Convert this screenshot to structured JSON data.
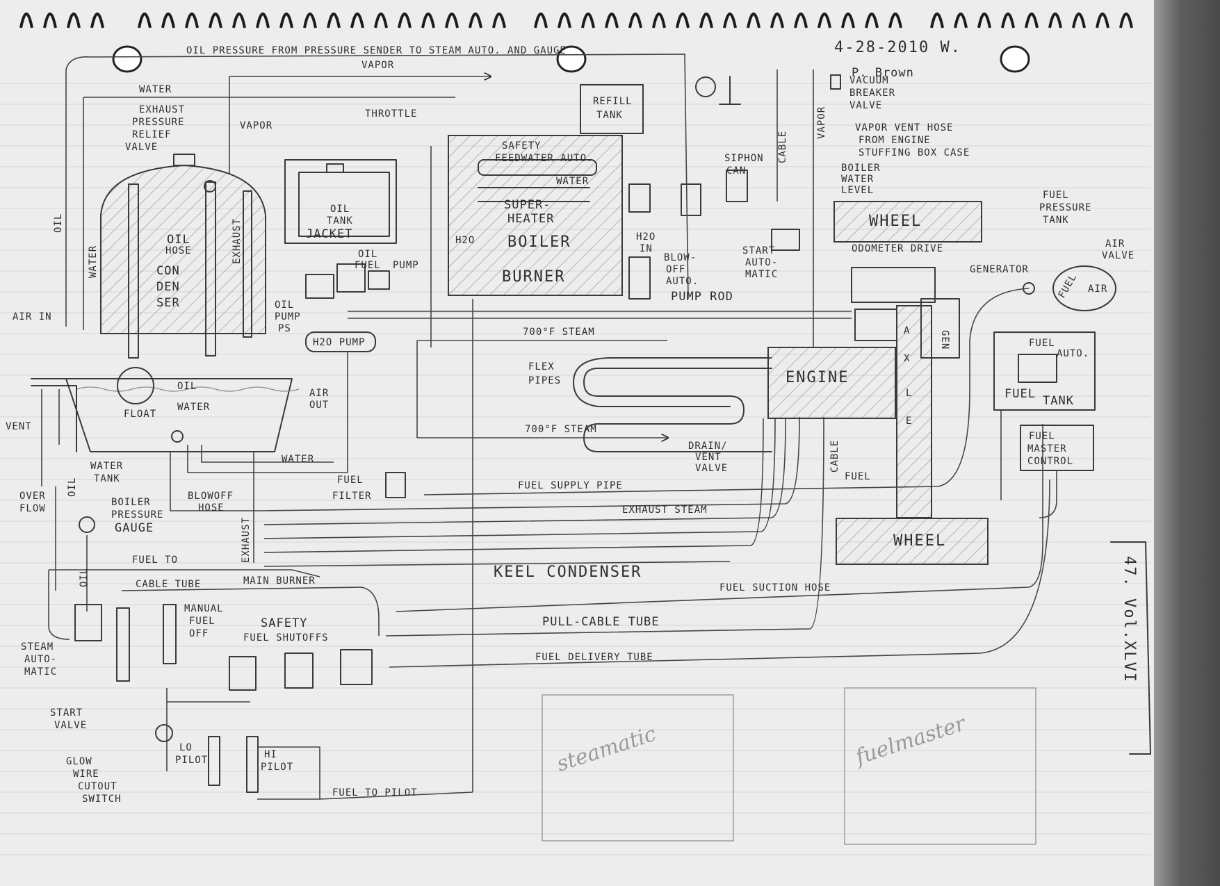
{
  "header": {
    "date": "4-28-2010 W.",
    "author": "P. Brown",
    "page_tag": "47. Vol.XLVI"
  },
  "labels": {
    "oil_pressure_line": "OIL PRESSURE FROM PRESSURE SENDER TO STEAM AUTO. AND GAUGE",
    "vapor_top": "VAPOR",
    "water_top": "WATER",
    "exhaust_relief": [
      "EXHAUST",
      "PRESSURE",
      "RELIEF",
      "VALVE"
    ],
    "vapor_mid": "VAPOR",
    "throttle": "THROTTLE",
    "refill_tank": [
      "REFILL",
      "TANK"
    ],
    "vacuum_breaker": [
      "VACUUM",
      "BREAKER",
      "VALVE"
    ],
    "vapor_vent": [
      "VAPOR VENT HOSE",
      "FROM ENGINE",
      "STUFFING BOX CASE"
    ],
    "boiler_water_level": [
      "BOILER",
      "WATER",
      "LEVEL"
    ],
    "safety_feedwater": [
      "SAFETY",
      "FEEDWATER AUTO."
    ],
    "water_boiler": "WATER",
    "super_heater": [
      "SUPER-",
      "HEATER"
    ],
    "boiler": "BOILER",
    "burner": "BURNER",
    "h2o": "H2O",
    "h2o_in": [
      "H2O",
      "IN"
    ],
    "siphon_can": [
      "SIPHON",
      "CAN"
    ],
    "start_automatic": [
      "START",
      "AUTO-",
      "MATIC"
    ],
    "blowoff_auto": [
      "BLOW-",
      "OFF",
      "AUTO."
    ],
    "pump_rod": "PUMP ROD",
    "cable_top": "CABLE",
    "vapor_right": "VAPOR",
    "oil_small": "OIL",
    "oil_tank": [
      "OIL",
      "TANK"
    ],
    "jacket": "JACKET",
    "oil_line": "OIL",
    "fuel_pump": [
      "FUEL",
      "PUMP"
    ],
    "oil_pump": [
      "OIL",
      "PUMP"
    ],
    "ps": "PS",
    "h2o_pump": "H2O PUMP",
    "condenser": [
      "OIL",
      "HOSE",
      "CON",
      "DEN",
      "SER"
    ],
    "exhaust": "EXHAUST",
    "water_left": "WATER",
    "oil_left": "OIL",
    "air_in": "AIR IN",
    "vent": "VENT",
    "float": "FLOAT",
    "water_tank_inside": "WATER",
    "oil_tank_inside": "OIL",
    "air_out": [
      "AIR",
      "OUT"
    ],
    "water_tank": [
      "WATER",
      "TANK"
    ],
    "water_bottom": "WATER",
    "overflow": [
      "OVER",
      "FLOW"
    ],
    "oil_mid": "OIL",
    "boiler_pressure_gauge": [
      "BOILER",
      "PRESSURE",
      "GAUGE"
    ],
    "blowoff_hose": [
      "BLOWOFF",
      "HOSE"
    ],
    "fuel_filter": [
      "FUEL",
      "FILTER"
    ],
    "steam_700_top": "700°F STEAM",
    "flex_pipes": [
      "FLEX",
      "PIPES"
    ],
    "steam_700_bottom": "700°F STEAM",
    "fuel_supply_pipe": "FUEL SUPPLY PIPE",
    "exhaust_steam": "EXHAUST STEAM",
    "keel_condenser": "KEEL CONDENSER",
    "engine": "ENGINE",
    "drain_vent": [
      "DRAIN/",
      "VENT",
      "VALVE"
    ],
    "cable_mid": "CABLE",
    "fuel_right": "FUEL",
    "wheel_top": "WHEEL",
    "wheel_bottom": "WHEEL",
    "odometer_drive": "ODOMETER DRIVE",
    "generator": "GENERATOR",
    "gen": "GEN",
    "axle": [
      "A",
      "X",
      "L",
      "E"
    ],
    "fuel_pressure_tank": [
      "FUEL",
      "PRESSURE",
      "TANK"
    ],
    "air_valve": [
      "AIR",
      "VALVE"
    ],
    "fuel_tank_small": "FUEL",
    "air_tank_small": "AIR",
    "fuel_auto": [
      "FUEL",
      "AUTO."
    ],
    "fuel_tank": [
      "FUEL",
      "TANK"
    ],
    "fuel_master_control": [
      "FUEL",
      "MASTER",
      "CONTROL"
    ],
    "fuel_to_main": "FUEL TO",
    "cable_tube": "CABLE TUBE",
    "main_burner": "MAIN BURNER",
    "fuel_suction_hose": "FUEL SUCTION HOSE",
    "pull_cable_tube": "PULL-CABLE TUBE",
    "fuel_delivery_tube": "FUEL DELIVERY TUBE",
    "oil_lower": "OIL",
    "exhaust_lower": "EXHAUST",
    "steam_automatic": [
      "STEAM",
      "AUTO-",
      "MATIC"
    ],
    "manual_fuel_off": [
      "MANUAL",
      "FUEL",
      "OFF"
    ],
    "safety_fuel_shutoffs": [
      "SAFETY",
      "FUEL SHUTOFFS"
    ],
    "start_valve": [
      "START",
      "VALVE"
    ],
    "glow_wire": [
      "GLOW",
      "WIRE",
      "CUTOUT",
      "SWITCH"
    ],
    "lo_pilot": [
      "LO",
      "PILOT"
    ],
    "hi_pilot": [
      "HI",
      "PILOT"
    ],
    "fuel_to_pilot": "FUEL TO PILOT",
    "steamatic": "steamatic",
    "fuelmaster": "fuelmaster"
  }
}
